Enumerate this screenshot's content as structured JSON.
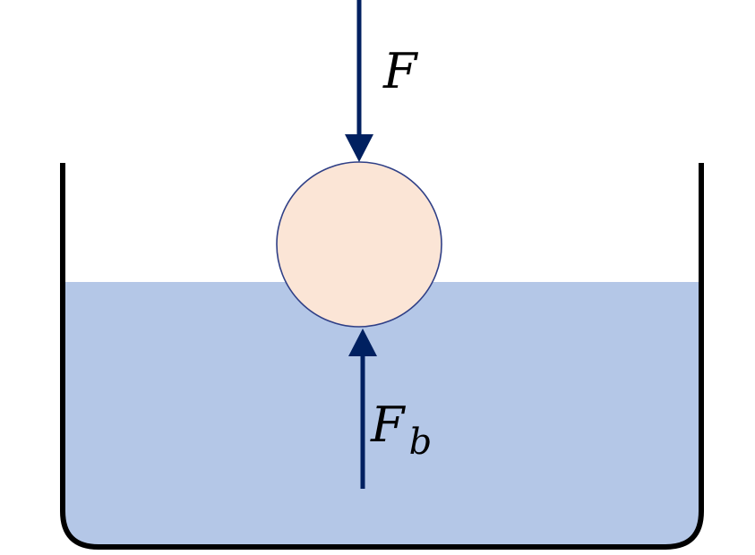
{
  "diagram": {
    "labels": {
      "applied_force": "F",
      "buoyant_force": "F",
      "buoyant_force_subscript": "b"
    },
    "colors": {
      "water": "#b4c7e7",
      "ball_fill": "#fbe5d6",
      "ball_stroke": "#2f3f86",
      "arrow": "#002060",
      "container": "#000000"
    }
  }
}
